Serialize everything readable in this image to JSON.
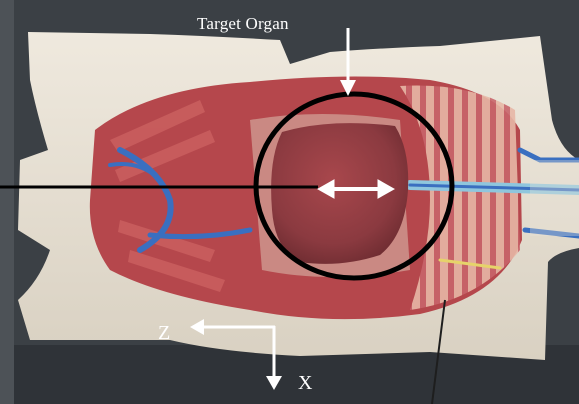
{
  "annotations": {
    "target_label": "Target Organ",
    "z_axis_label": "Z",
    "x_axis_label": "X"
  },
  "colors": {
    "background": "#3a3f44",
    "body_model": "#e8e2d6",
    "muscle": "#b8454a",
    "organ": "#8e3a3f",
    "vessel_blue": "#3a6fc0",
    "annotation_white": "#ffffff",
    "annotation_black": "#000000"
  }
}
